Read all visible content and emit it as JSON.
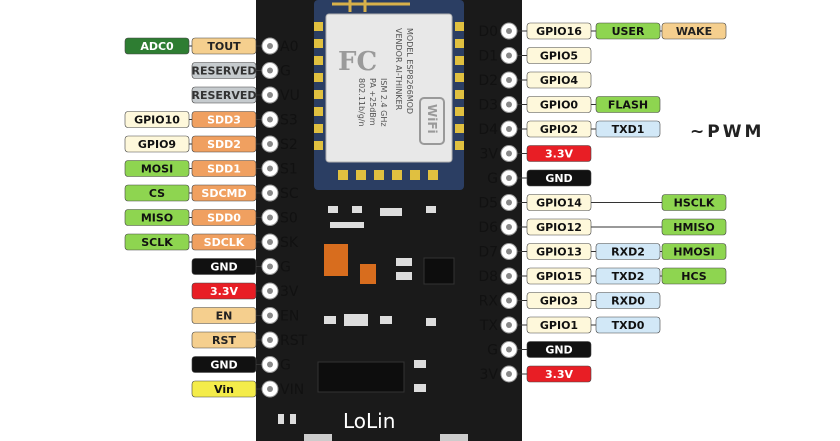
{
  "board": {
    "logo_text": "LoLin",
    "module_lines": [
      "MODEL ESP8266MOD",
      "VENDOR AI-THINKER",
      "ISM 2.4 GHz",
      "PA +25dBm",
      "802.11b/g/n"
    ],
    "module_badges": [
      "FC",
      "WiFi"
    ]
  },
  "annotation": "~PWM",
  "colors": {
    "orange": "#F0A060",
    "tout": "#F5CF8E",
    "gray": "#C6CBCE",
    "green": "#8ED550",
    "gpio": "#FEF8DB",
    "blue": "#D2E8F7",
    "red": "#E81E25",
    "black": "#111111",
    "yellow": "#F4EC4A",
    "dark_green": "#2E7D32",
    "board": "#1A1A1A"
  },
  "left_pins": [
    {
      "pin": "A0",
      "labels": [
        {
          "text": "TOUT",
          "style": "tout"
        },
        {
          "text": "ADC0",
          "style": "darkgreen"
        }
      ]
    },
    {
      "pin": "G",
      "labels": [
        {
          "text": "RESERVED",
          "style": "gray"
        }
      ]
    },
    {
      "pin": "VU",
      "labels": [
        {
          "text": "RESERVED",
          "style": "gray"
        }
      ]
    },
    {
      "pin": "S3",
      "labels": [
        {
          "text": "SDD3",
          "style": "orange"
        },
        {
          "text": "GPIO10",
          "style": "gpio"
        }
      ]
    },
    {
      "pin": "S2",
      "labels": [
        {
          "text": "SDD2",
          "style": "orange"
        },
        {
          "text": "GPIO9",
          "style": "gpio"
        }
      ]
    },
    {
      "pin": "S1",
      "labels": [
        {
          "text": "SDD1",
          "style": "orange"
        },
        {
          "text": "MOSI",
          "style": "green"
        }
      ]
    },
    {
      "pin": "SC",
      "labels": [
        {
          "text": "SDCMD",
          "style": "orange"
        },
        {
          "text": "CS",
          "style": "green"
        }
      ]
    },
    {
      "pin": "S0",
      "labels": [
        {
          "text": "SDD0",
          "style": "orange"
        },
        {
          "text": "MISO",
          "style": "green"
        }
      ]
    },
    {
      "pin": "SK",
      "labels": [
        {
          "text": "SDCLK",
          "style": "orange"
        },
        {
          "text": "SCLK",
          "style": "green"
        }
      ]
    },
    {
      "pin": "G",
      "labels": [
        {
          "text": "GND",
          "style": "black"
        }
      ]
    },
    {
      "pin": "3V",
      "labels": [
        {
          "text": "3.3V",
          "style": "red"
        }
      ]
    },
    {
      "pin": "EN",
      "labels": [
        {
          "text": "EN",
          "style": "tout"
        }
      ]
    },
    {
      "pin": "RST",
      "labels": [
        {
          "text": "RST",
          "style": "tout"
        }
      ]
    },
    {
      "pin": "G",
      "labels": [
        {
          "text": "GND",
          "style": "black"
        }
      ]
    },
    {
      "pin": "VIN",
      "labels": [
        {
          "text": "Vin",
          "style": "yellow"
        }
      ]
    }
  ],
  "right_pins": [
    {
      "pin": "D0",
      "labels": [
        {
          "text": "GPIO16",
          "style": "gpio"
        },
        {
          "text": "USER",
          "style": "green"
        },
        {
          "text": "WAKE",
          "style": "tout"
        }
      ]
    },
    {
      "pin": "D1",
      "labels": [
        {
          "text": "GPIO5",
          "style": "gpio"
        }
      ]
    },
    {
      "pin": "D2",
      "labels": [
        {
          "text": "GPIO4",
          "style": "gpio"
        }
      ]
    },
    {
      "pin": "D3",
      "labels": [
        {
          "text": "GPIO0",
          "style": "gpio"
        },
        {
          "text": "FLASH",
          "style": "green"
        }
      ]
    },
    {
      "pin": "D4",
      "labels": [
        {
          "text": "GPIO2",
          "style": "gpio"
        },
        {
          "text": "TXD1",
          "style": "blue"
        }
      ]
    },
    {
      "pin": "3V",
      "labels": [
        {
          "text": "3.3V",
          "style": "red"
        }
      ]
    },
    {
      "pin": "G",
      "labels": [
        {
          "text": "GND",
          "style": "black"
        }
      ]
    },
    {
      "pin": "D5",
      "labels": [
        {
          "text": "GPIO14",
          "style": "gpio"
        },
        {
          "text": "HSCLK",
          "style": "green"
        }
      ]
    },
    {
      "pin": "D6",
      "labels": [
        {
          "text": "GPIO12",
          "style": "gpio"
        },
        {
          "text": "HMISO",
          "style": "green"
        }
      ]
    },
    {
      "pin": "D7",
      "labels": [
        {
          "text": "GPIO13",
          "style": "gpio"
        },
        {
          "text": "RXD2",
          "style": "blue"
        },
        {
          "text": "HMOSI",
          "style": "green"
        }
      ]
    },
    {
      "pin": "D8",
      "labels": [
        {
          "text": "GPIO15",
          "style": "gpio"
        },
        {
          "text": "TXD2",
          "style": "blue"
        },
        {
          "text": "HCS",
          "style": "green"
        }
      ]
    },
    {
      "pin": "RX",
      "labels": [
        {
          "text": "GPIO3",
          "style": "gpio"
        },
        {
          "text": "RXD0",
          "style": "blue"
        }
      ]
    },
    {
      "pin": "TX",
      "labels": [
        {
          "text": "GPIO1",
          "style": "gpio"
        },
        {
          "text": "TXD0",
          "style": "blue"
        }
      ]
    },
    {
      "pin": "G",
      "labels": [
        {
          "text": "GND",
          "style": "black"
        }
      ]
    },
    {
      "pin": "3V",
      "labels": [
        {
          "text": "3.3V",
          "style": "red"
        }
      ]
    }
  ]
}
